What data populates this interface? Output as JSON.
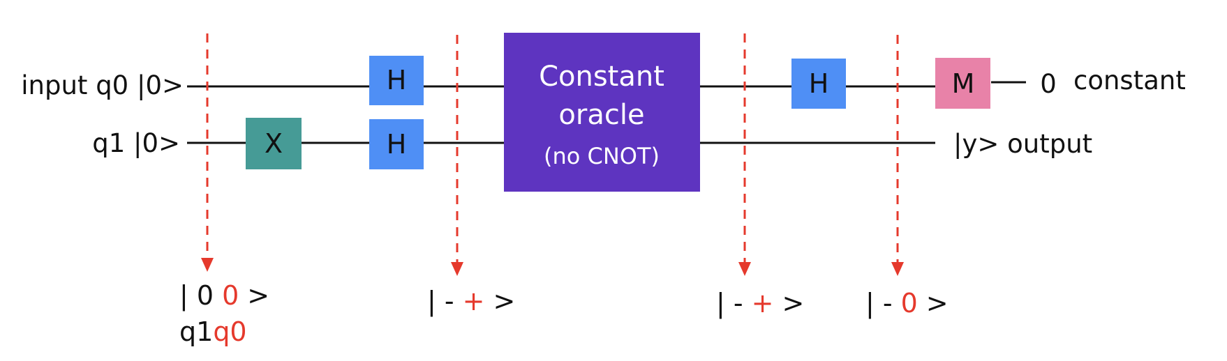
{
  "qubits": {
    "q0_label": "input q0 |0>",
    "q1_label": "q1 |0>",
    "q0_readout": "0",
    "q0_result": "constant",
    "q1_output": "|y> output"
  },
  "gates": {
    "x": "X",
    "h_q0_first": "H",
    "h_q1_first": "H",
    "h_q0_second": "H",
    "measure": "M"
  },
  "oracle": {
    "line1": "Constant",
    "line2": "oracle",
    "line3": "(no CNOT)"
  },
  "states": [
    {
      "open": "| 0",
      "q0": "0",
      "close": ">"
    },
    {
      "open": "| -",
      "q0": "+",
      "close": ">"
    },
    {
      "open": "| -",
      "q0": "+",
      "close": ">"
    },
    {
      "open": "| -",
      "q0": "0",
      "close": ">"
    }
  ],
  "qubit_order": {
    "q1": "q1",
    "q0": "q0"
  },
  "colors": {
    "wire": "#111111",
    "x_gate": "#469b96",
    "h_gate": "#4f8ff5",
    "oracle": "#5e34c0",
    "measure": "#e882a8",
    "marker": "#e5392c",
    "text": "#111111"
  }
}
